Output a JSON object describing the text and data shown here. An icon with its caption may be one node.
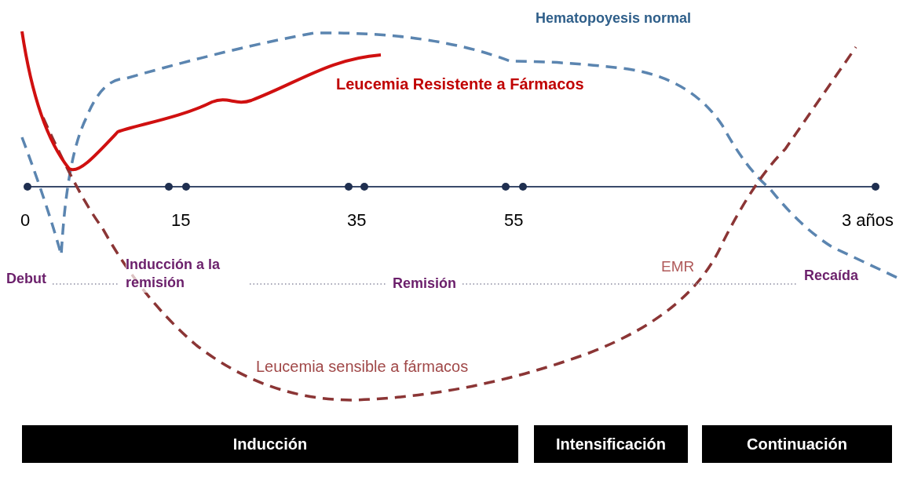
{
  "diagram": {
    "nodes": [
      {
        "text": [
          "Debut"
        ]
      },
      {
        "text": [
          "Inducción a la remisión"
        ]
      },
      {
        "text": [
          "Remisión"
        ]
      },
      {
        "text": [
          "Recaída"
        ]
      },
      {
        "text": [
          "Inducción"
        ]
      },
      {
        "text": [
          "Intensificación"
        ]
      },
      {
        "text": [
          "Continuación"
        ]
      }
    ],
    "edges": [
      {
        "from": 0,
        "to": 1,
        "arrow": "none",
        "style": "dashed"
      },
      {
        "from": 1,
        "to": 2,
        "arrow": "none",
        "style": "dashed"
      },
      {
        "from": 2,
        "to": 3,
        "arrow": "none",
        "style": "dashed"
      }
    ],
    "labels": [
      "Hematopoyesis normal",
      "Leucemia Resistente a Fármacos",
      "0",
      "15",
      "35",
      "55",
      "3 años",
      "EMR",
      "Leucemia sensible a fármacos"
    ]
  }
}
